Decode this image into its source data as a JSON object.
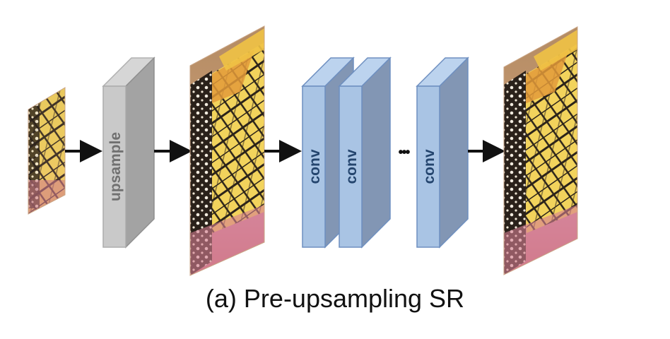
{
  "caption": "(a) Pre-upsampling SR",
  "blocks": {
    "upsample_label": "upsample",
    "conv_label_1": "conv",
    "conv_label_2": "conv",
    "conv_label_3": "conv",
    "ellipsis": "•••"
  },
  "colors": {
    "upsample_front": "#c9c9c9",
    "upsample_top": "#d6d6d6",
    "upsample_side": "#a3a3a3",
    "upsample_text": "#707070",
    "conv_front": "#a9c4e4",
    "conv_top": "#bcd3ee",
    "conv_side": "#8296b4",
    "conv_stroke": "#6e8fc0",
    "conv_text": "#24456e",
    "arrow": "#111111"
  },
  "images": [
    {
      "name": "low-resolution-input-image"
    },
    {
      "name": "upsampled-image"
    },
    {
      "name": "super-resolved-output-image"
    }
  ]
}
